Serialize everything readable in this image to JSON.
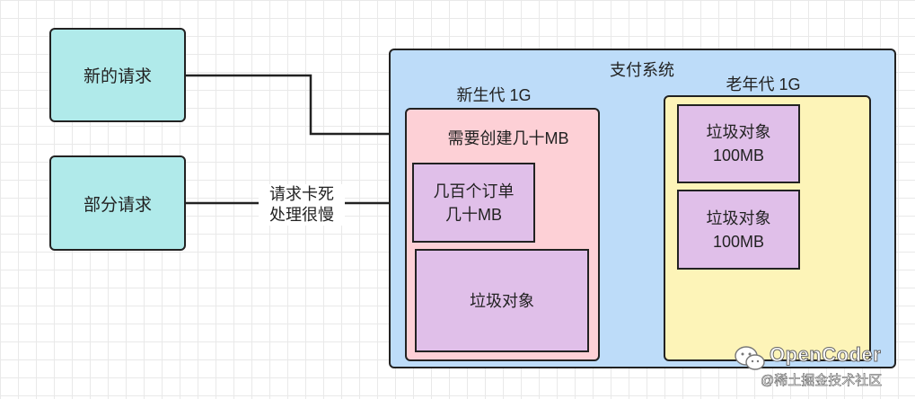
{
  "requests": {
    "new_request": "新的请求",
    "partial_request": "部分请求"
  },
  "arrow_label": "请求卡死\n处理很慢",
  "payment_system": {
    "title": "支付系统",
    "young_gen": {
      "title": "新生代 1G",
      "create_label": "需要创建几十MB",
      "orders": "几百个订单\n几十MB",
      "garbage": "垃圾对象"
    },
    "old_gen": {
      "title": "老年代 1G",
      "objects": [
        "垃圾对象\n100MB",
        "垃圾对象\n100MB"
      ]
    }
  },
  "watermark": {
    "title": "OpenCoder",
    "subtitle": "@稀土掘金技术社区"
  },
  "colors": {
    "request_fill": "#b0eaea",
    "system_fill": "#bddcf9",
    "young_fill": "#fdd0d6",
    "old_fill": "#fdf4b8",
    "object_fill": "#e0bfe9"
  }
}
